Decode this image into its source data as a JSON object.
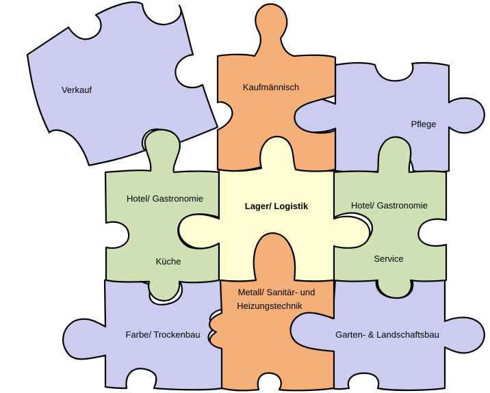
{
  "colors": {
    "lavender": "#ccccf0",
    "orange": "#f5b07a",
    "green": "#cfe0b4",
    "cream": "#fefdd2",
    "outline": "#000000"
  },
  "pieces": {
    "verkauf": {
      "label": "Verkauf",
      "color": "lavender"
    },
    "kaufmaennisch": {
      "label": "Kaufmännisch",
      "color": "orange"
    },
    "pflege": {
      "label": "Pflege",
      "color": "lavender"
    },
    "hotel_kueche": {
      "label_top": "Hotel/ Gastronomie",
      "label_bottom": "Küche",
      "color": "green"
    },
    "lager_logistik": {
      "label": "Lager/ Logistik",
      "color": "cream"
    },
    "hotel_service": {
      "label_top": "Hotel/ Gastronomie",
      "label_bottom": "Service",
      "color": "green"
    },
    "metall": {
      "label_line1": "Metall/ Sanitär- und",
      "label_line2": "Heizungstechnik",
      "color": "orange"
    },
    "farbe": {
      "label": "Farbe/ Trockenbau",
      "color": "lavender"
    },
    "garten": {
      "label": "Garten- & Landschaftsbau",
      "color": "lavender"
    }
  }
}
